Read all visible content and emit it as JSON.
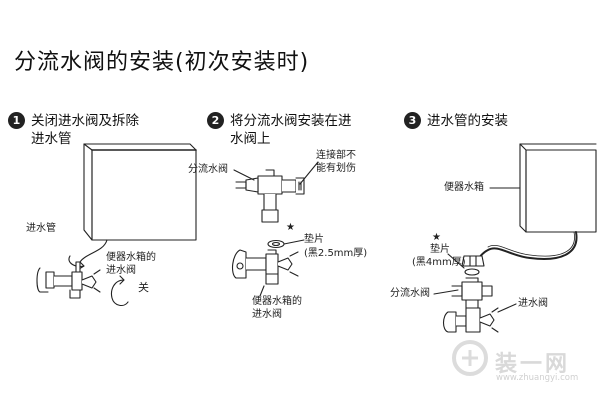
{
  "title": "分流水阀的安装(初次安装时)",
  "steps": [
    {
      "number": "1",
      "line1": "关闭进水阀及拆除",
      "line2": "进水管"
    },
    {
      "number": "2",
      "line1": "将分流水阀安装在进",
      "line2": "水阀上"
    },
    {
      "number": "3",
      "line1": "进水管的安装",
      "line2": ""
    }
  ],
  "step1": {
    "inlet_pipe": "进水管",
    "toilet_valve_1": "便器水箱的",
    "toilet_valve_2": "进水阀",
    "close": "关"
  },
  "step2": {
    "diverter": "分流水阀",
    "connection_1": "连接部不",
    "connection_2": "能有划伤",
    "star": "★",
    "gasket": "垫片",
    "gasket_spec": "(黑2.5mm厚)",
    "toilet_valve_1": "便器水箱的",
    "toilet_valve_2": "进水阀"
  },
  "step3": {
    "tank": "便器水箱",
    "star": "★",
    "gasket": "垫片",
    "gasket_spec": "(黑4mm厚)",
    "diverter": "分流水阀",
    "inlet_valve": "进水阀"
  },
  "watermark": {
    "text": "装一网",
    "url": "www.zhuangyi.com"
  }
}
